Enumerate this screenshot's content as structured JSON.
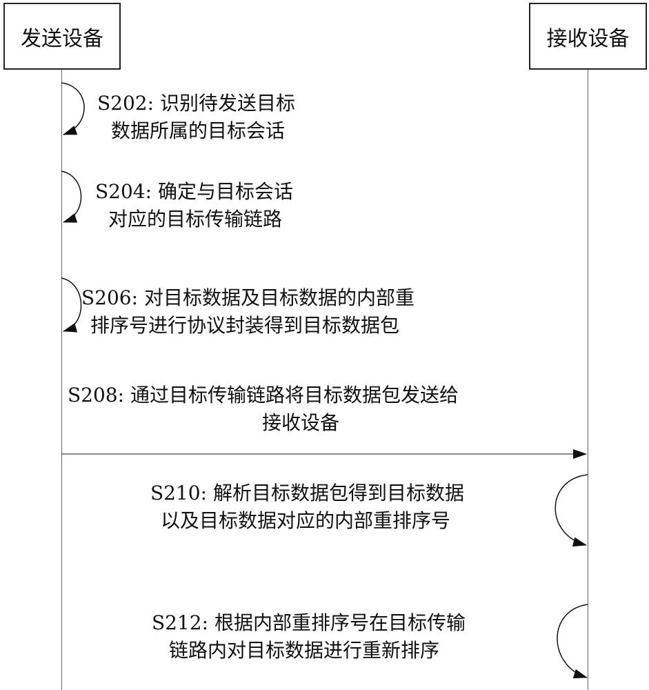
{
  "actors": {
    "sender": "发送设备",
    "receiver": "接收设备"
  },
  "steps": [
    {
      "id": "S202",
      "line1": "S202:  识别待发送目标",
      "line2": "数据所属的目标会话",
      "actor": "sender"
    },
    {
      "id": "S204",
      "line1": "S204:  确定与目标会话",
      "line2": "对应的目标传输链路",
      "actor": "sender"
    },
    {
      "id": "S206",
      "line1": "S206:  对目标数据及目标数据的内部重",
      "line2": "排序号进行协议封装得到目标数据包",
      "actor": "sender"
    },
    {
      "id": "S208",
      "line1": "S208:  通过目标传输链路将目标数据包发送给",
      "line2": "接收设备",
      "actor": "sender-to-receiver"
    },
    {
      "id": "S210",
      "line1": "S210:  解析目标数据包得到目标数据",
      "line2": "以及目标数据对应的内部重排序号",
      "actor": "receiver"
    },
    {
      "id": "S212",
      "line1": "S212:  根据内部重排序号在目标传输",
      "line2": "链路内对目标数据进行重新排序",
      "actor": "receiver"
    }
  ]
}
